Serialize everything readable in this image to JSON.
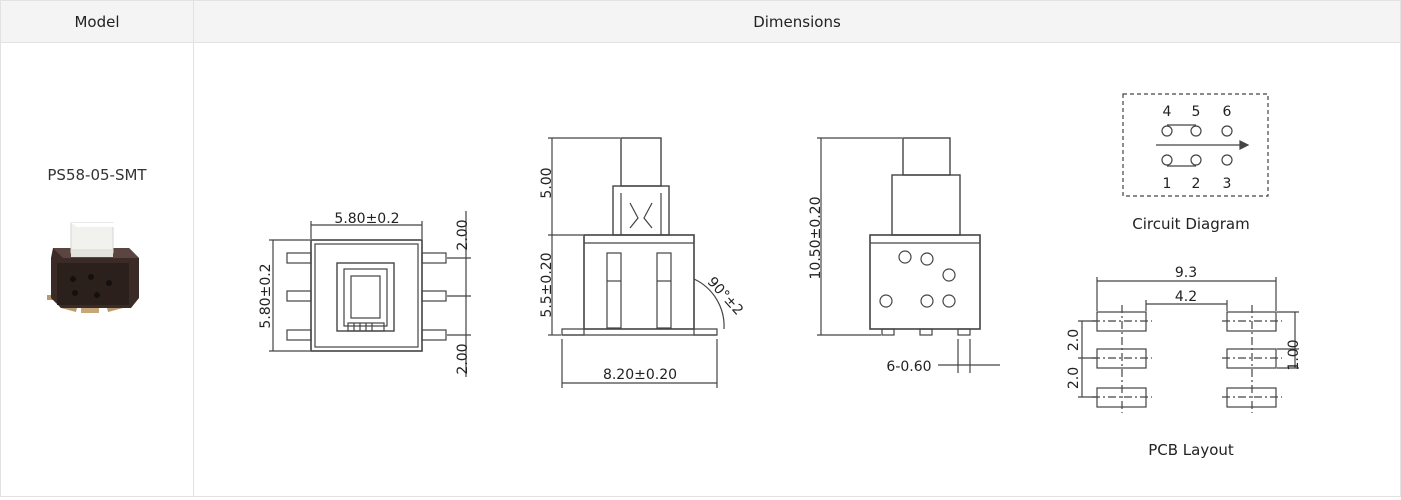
{
  "header": {
    "model_label": "Model",
    "dimensions_label": "Dimensions"
  },
  "row": {
    "model_name": "PS58-05-SMT"
  },
  "drawings": {
    "top_view": {
      "width_label": "5.80±0.2",
      "height_label": "5.80±0.2",
      "top_pitch": "2.00",
      "bottom_pitch": "2.00"
    },
    "front_view": {
      "stem_height": "5.00",
      "body_height": "5.5±0.20",
      "width_label": "8.20±0.20",
      "angle_label": "90°±2"
    },
    "side_view": {
      "height_label": "10.50±0.20",
      "pin_label": "6-0.60"
    },
    "circuit": {
      "title": "Circuit Diagram",
      "top_pins": [
        "4",
        "5",
        "6"
      ],
      "bottom_pins": [
        "1",
        "2",
        "3"
      ]
    },
    "pcb": {
      "title": "PCB Layout",
      "width_outer": "9.3",
      "width_inner": "4.2",
      "pitch_top": "2.0",
      "pitch_bottom": "2.0",
      "pad_height": "1.00"
    }
  }
}
